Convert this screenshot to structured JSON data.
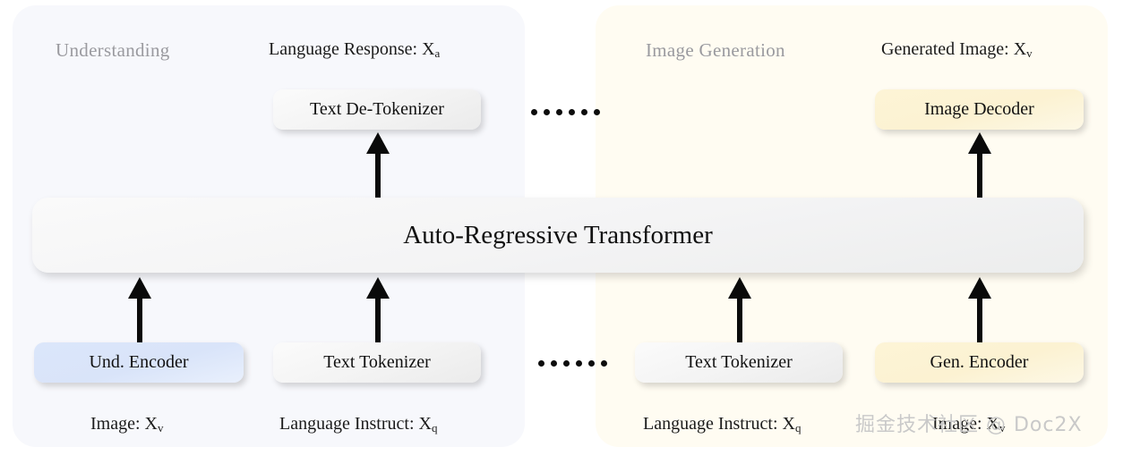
{
  "panels": {
    "understanding": {
      "title": "Understanding",
      "bg_color": "#f7f8fc"
    },
    "generation": {
      "title": "Image Generation",
      "bg_color": "#fffcf2"
    }
  },
  "labels": {
    "language_response": {
      "text": "Language Response: X",
      "sub": "a"
    },
    "generated_image": {
      "text": "Generated Image: X",
      "sub": "v"
    },
    "image_left": {
      "text": "Image: X",
      "sub": "v"
    },
    "language_instruct_left": {
      "text": "Language Instruct: X",
      "sub": "q"
    },
    "language_instruct_right": {
      "text": "Language Instruct: X",
      "sub": "q"
    },
    "image_right": {
      "text": "Image: X",
      "sub": "v"
    }
  },
  "boxes": {
    "text_detokenizer": {
      "label": "Text De-Tokenizer",
      "color": "#f3f3f3"
    },
    "image_decoder": {
      "label": "Image Decoder",
      "color": "#fcf2d2"
    },
    "und_encoder": {
      "label": "Und. Encoder",
      "color": "#d9e4f9"
    },
    "text_tokenizer_left": {
      "label": "Text Tokenizer",
      "color": "#f3f3f3"
    },
    "text_tokenizer_right": {
      "label": "Text Tokenizer",
      "color": "#f3f3f3"
    },
    "gen_encoder": {
      "label": "Gen. Encoder",
      "color": "#fcf2d2"
    },
    "transformer": {
      "label": "Auto-Regressive Transformer",
      "color": "#f4f4f5"
    }
  },
  "ellipsis": {
    "glyph": "•",
    "count": 6
  },
  "watermark": {
    "text": "掘金技术社区 @ Doc2X"
  },
  "arrow_color": "#0a0a0a"
}
